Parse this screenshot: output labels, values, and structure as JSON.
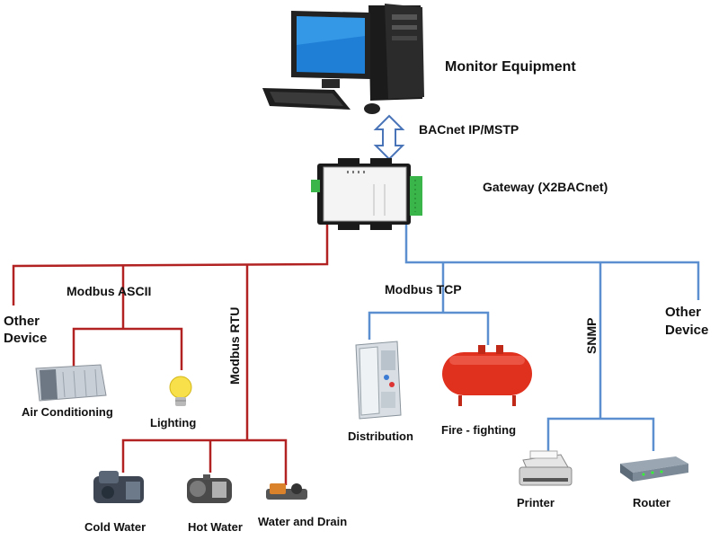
{
  "labels": {
    "monitor": "Monitor Equipment",
    "bacnet": "BACnet IP/MSTP",
    "gateway": "Gateway (X2BACnet)",
    "modbus_ascii": "Modbus ASCII",
    "modbus_rtu": "Modbus RTU",
    "modbus_tcp": "Modbus  TCP",
    "snmp": "SNMP",
    "other_device_left_1": "Other",
    "other_device_left_2": "Device",
    "other_device_right_1": "Other",
    "other_device_right_2": "Device",
    "air_conditioning": "Air Conditioning",
    "lighting": "Lighting",
    "cold_water": "Cold Water",
    "hot_water": "Hot Water",
    "water_drain": "Water and Drain",
    "distribution": "Distribution",
    "fire_fighting": "Fire - fighting",
    "printer": "Printer",
    "router": "Router"
  },
  "colors": {
    "red_line": "#b22222",
    "blue_line": "#5b8fd0",
    "arrow_fill": "#ffffff",
    "arrow_stroke": "#4a74b8"
  },
  "icons": [
    "desktop-computer-icon",
    "gateway-device-icon",
    "air-conditioner-icon",
    "light-bulb-icon",
    "chiller-icon",
    "boiler-icon",
    "pump-icon",
    "distribution-cabinet-icon",
    "fire-tank-icon",
    "printer-icon",
    "router-icon"
  ]
}
